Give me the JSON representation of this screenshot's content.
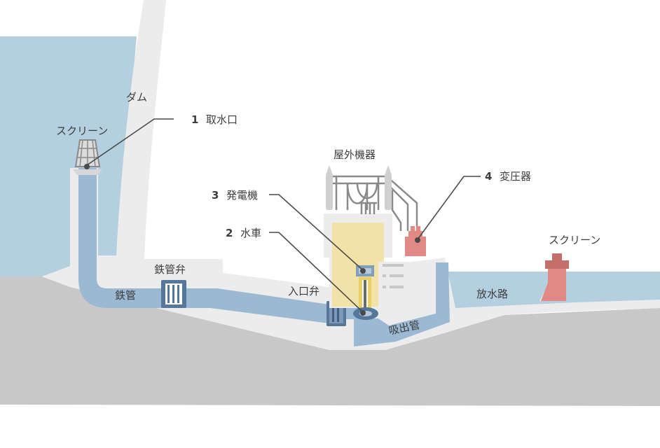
{
  "labels": {
    "dam": "ダム",
    "screen_intake": "スクリーン",
    "penstock": "鉄管",
    "penstock_valve": "鉄管弁",
    "inlet_valve": "入口弁",
    "draft_tube": "吸出管",
    "outdoor_equipment": "屋外機器",
    "tailrace": "放水路",
    "screen_outlet": "スクリーン"
  },
  "callouts": [
    {
      "num": "1",
      "text": "取水口"
    },
    {
      "num": "2",
      "text": "水車"
    },
    {
      "num": "3",
      "text": "発電機"
    },
    {
      "num": "4",
      "text": "変圧器"
    }
  ],
  "colors": {
    "water": "#b4cfe0",
    "water_dark": "#9bb9d2",
    "structure": "#ececec",
    "ground": "#c8c8c8",
    "generator_room": "#f3e2a8",
    "valve": "#55779a",
    "transformer": "#e08985",
    "equipment_line": "#8a8a8a"
  }
}
